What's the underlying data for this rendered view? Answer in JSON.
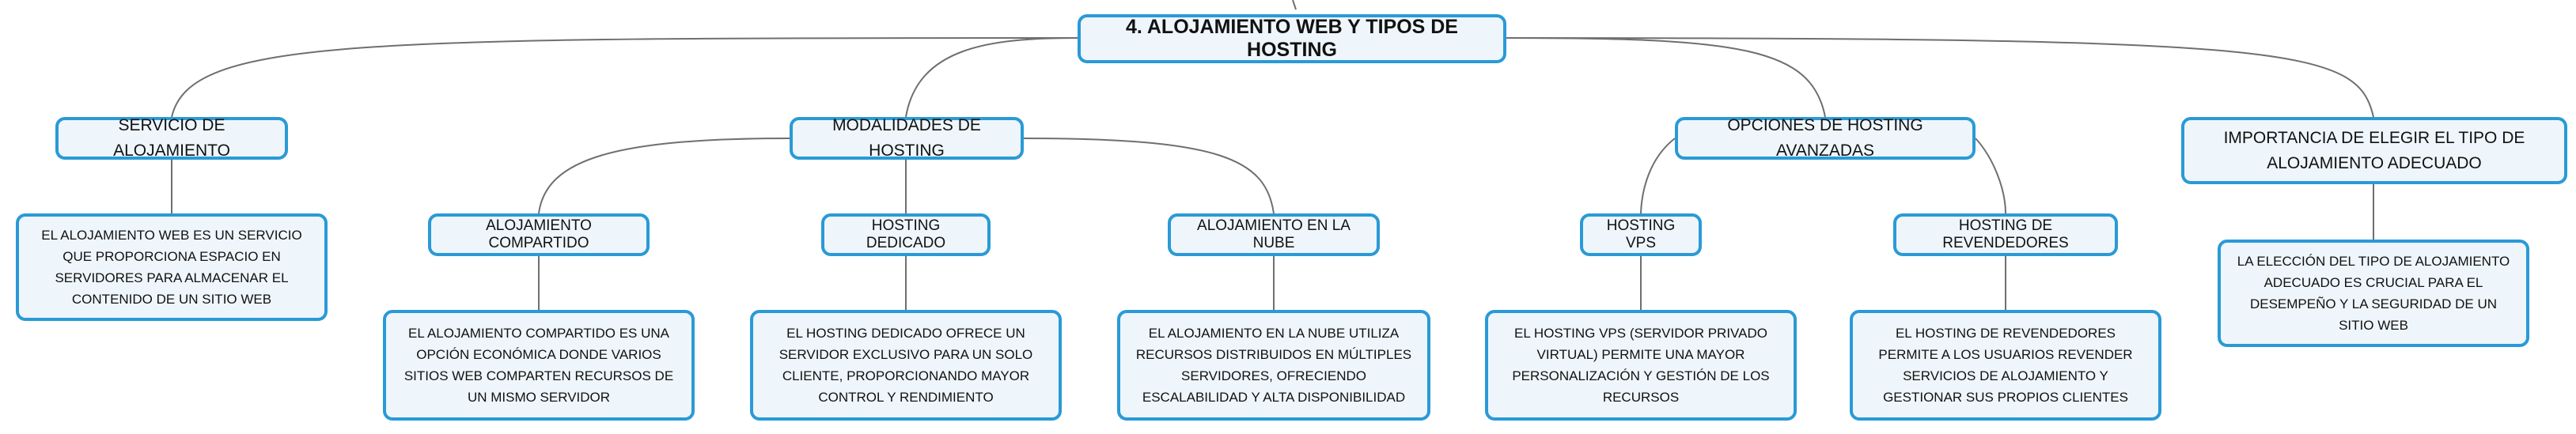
{
  "diagram": {
    "root": {
      "label": "4. ALOJAMIENTO WEB Y TIPOS DE HOSTING"
    },
    "topics": [
      {
        "label": "SERVICIO DE ALOJAMIENTO",
        "note": "EL ALOJAMIENTO WEB ES UN SERVICIO QUE PROPORCIONA ESPACIO EN SERVIDORES PARA ALMACENAR EL CONTENIDO DE UN SITIO WEB"
      },
      {
        "label": "MODALIDADES DE HOSTING",
        "subtopics": [
          {
            "label": "ALOJAMIENTO COMPARTIDO",
            "note": "EL ALOJAMIENTO COMPARTIDO ES UNA OPCIÓN ECONÓMICA DONDE VARIOS SITIOS WEB COMPARTEN RECURSOS DE UN MISMO SERVIDOR"
          },
          {
            "label": "HOSTING DEDICADO",
            "note": "EL HOSTING DEDICADO OFRECE UN SERVIDOR EXCLUSIVO PARA UN SOLO CLIENTE, PROPORCIONANDO MAYOR CONTROL Y RENDIMIENTO"
          },
          {
            "label": "ALOJAMIENTO EN LA NUBE",
            "note": "EL ALOJAMIENTO EN LA NUBE UTILIZA RECURSOS DISTRIBUIDOS EN MÚLTIPLES SERVIDORES, OFRECIENDO ESCALABILIDAD Y ALTA DISPONIBILIDAD"
          }
        ]
      },
      {
        "label": "OPCIONES DE HOSTING AVANZADAS",
        "subtopics": [
          {
            "label": "HOSTING VPS",
            "note": "EL HOSTING VPS (SERVIDOR PRIVADO VIRTUAL) PERMITE UNA MAYOR PERSONALIZACIÓN Y GESTIÓN DE LOS RECURSOS"
          },
          {
            "label": "HOSTING DE REVENDEDORES",
            "note": "EL HOSTING DE REVENDEDORES PERMITE A LOS USUARIOS REVENDER SERVICIOS DE ALOJAMIENTO Y GESTIONAR SUS PROPIOS CLIENTES"
          }
        ]
      },
      {
        "label": "IMPORTANCIA DE ELEGIR EL TIPO DE ALOJAMIENTO ADECUADO",
        "note": "LA ELECCIÓN DEL TIPO DE ALOJAMIENTO ADECUADO ES CRUCIAL PARA EL DESEMPEÑO Y LA SEGURIDAD DE UN SITIO WEB"
      }
    ]
  }
}
